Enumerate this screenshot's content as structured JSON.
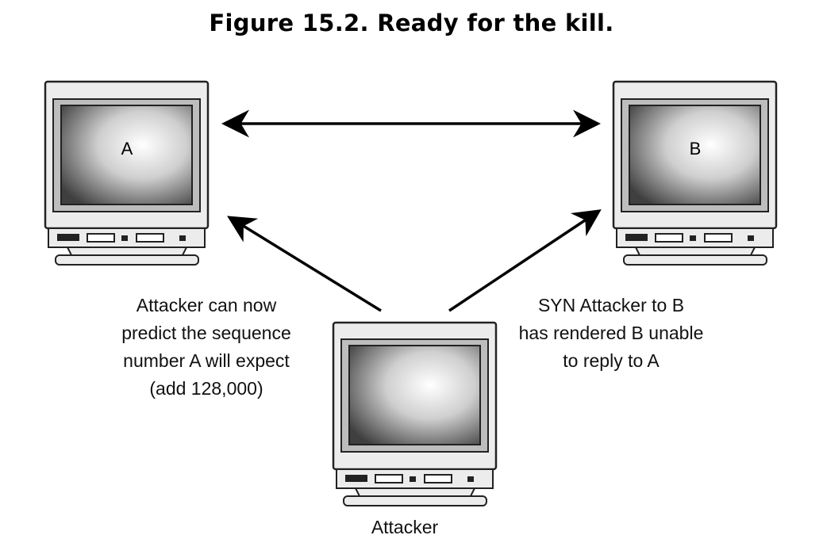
{
  "figure": {
    "title": "Figure 15.2. Ready for the kill."
  },
  "computers": {
    "a": {
      "label": "A"
    },
    "b": {
      "label": "B"
    },
    "attacker": {
      "label": ""
    }
  },
  "captions": {
    "left": [
      "Attacker can now",
      "predict the sequence",
      "number A will expect",
      "(add 128,000)"
    ],
    "right": [
      "SYN Attacker to B",
      "has rendered B unable",
      "to reply to A"
    ],
    "attacker": "Attacker"
  },
  "connections": [
    {
      "from": "a",
      "to": "b",
      "style": "double-arrow"
    },
    {
      "from": "attacker",
      "to": "a",
      "style": "arrow"
    },
    {
      "from": "attacker",
      "to": "b",
      "style": "arrow"
    }
  ]
}
